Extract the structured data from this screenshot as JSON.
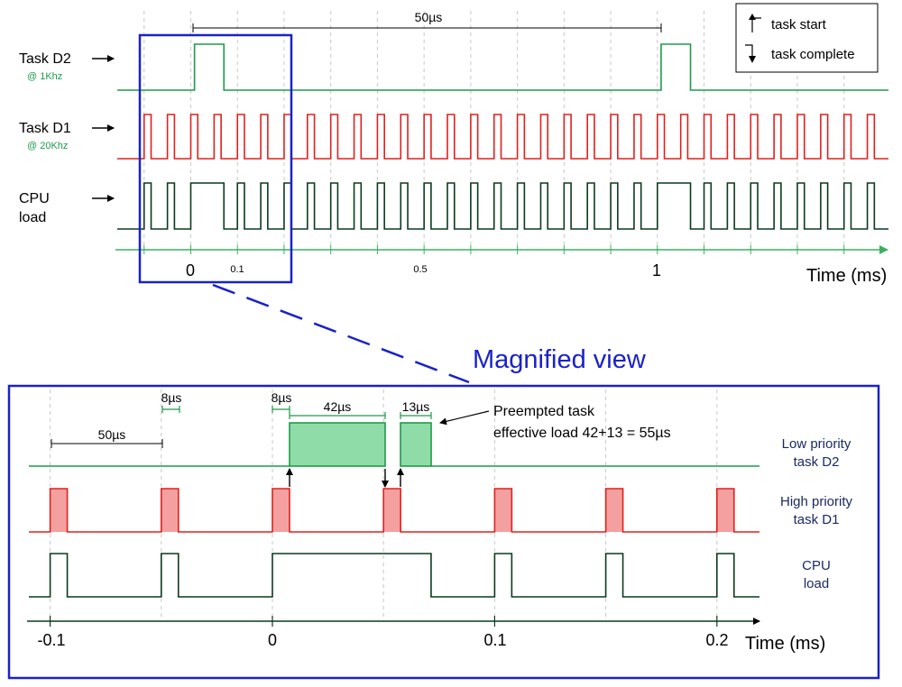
{
  "overview": {
    "tasks": [
      {
        "name": "Task D2",
        "rate": "@ 1Khz"
      },
      {
        "name": "Task D1",
        "rate": "@ 20Khz"
      },
      {
        "name": "CPU",
        "rate": "load"
      }
    ],
    "period_label": "50µs",
    "axis_ticks": [
      {
        "value": 0,
        "label": "0"
      },
      {
        "value": 0.1,
        "label": "0.1"
      },
      {
        "value": 0.5,
        "label": "0.5"
      },
      {
        "value": 1,
        "label": "1"
      }
    ],
    "axis_title": "Time (ms)"
  },
  "legend": {
    "start_label": "task start",
    "complete_label": "task complete"
  },
  "magnified": {
    "title": "Magnified view",
    "rows": [
      {
        "line1": "Low priority",
        "line2": "task D2"
      },
      {
        "line1": "High priority",
        "line2": "task D1"
      },
      {
        "line1": "CPU",
        "line2": "load"
      }
    ],
    "dims": {
      "period": "50µs",
      "d1_duration": "8µs",
      "latency": "8µs",
      "first_chunk": "42µs",
      "second_chunk": "13µs"
    },
    "note_line1": "Preempted task",
    "note_line2": "effective load 42+13 = 55µs",
    "axis_ticks": [
      {
        "value": -0.1,
        "label": "-0.1"
      },
      {
        "value": 0,
        "label": "0"
      },
      {
        "value": 0.1,
        "label": "0.1"
      },
      {
        "value": 0.2,
        "label": "0.2"
      }
    ],
    "axis_title": "Time (ms)"
  },
  "colors": {
    "d2": "#1f9a4a",
    "d2_fill": "#8fdca8",
    "d1": "#e0201c",
    "d1_fill": "#f4a0a0",
    "cpu": "#0b3a1e",
    "frame": "#1a22c8",
    "grid": "#c8c8c8",
    "axis": "#3cb060"
  }
}
